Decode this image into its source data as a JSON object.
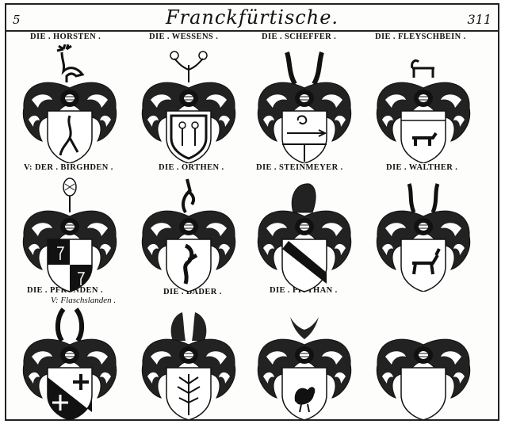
{
  "header": {
    "page_left": "5",
    "title": "Franckfürtische.",
    "page_right": "311"
  },
  "rows": [
    {
      "arms": [
        {
          "label": "DIE . HORSTEN .",
          "crest": "stag",
          "charge": "stag-rampant",
          "split": "none"
        },
        {
          "label": "DIE . WESSENS .",
          "crest": "flowers",
          "charge": "flowers-in-bordure",
          "split": "none"
        },
        {
          "label": "DIE . SCHEFFER .",
          "crest": "horns",
          "charge": "arrow-fess",
          "split": "pale-base"
        },
        {
          "label": "DIE . FLEYSCHBEIN .",
          "crest": "dog",
          "charge": "dog-passant",
          "split": "chief"
        }
      ]
    },
    {
      "arms": [
        {
          "label": "V: DER . BIRGHDEN .",
          "crest": "pine-cone",
          "charge": "quartered-chalices",
          "split": "quarterly"
        },
        {
          "label": "DIE . ORTHEN .",
          "crest": "lion",
          "charge": "lion-rampant",
          "split": "none"
        },
        {
          "label": "DIE . STEINMEYER .",
          "crest": "fan",
          "charge": "bend",
          "split": "bend"
        },
        {
          "label": "DIE . WALTHER .",
          "crest": "horns",
          "charge": "goat",
          "split": "none"
        }
      ]
    },
    {
      "arms": [
        {
          "label": "DIE . PFRUNDEN .",
          "sublabel": "V: Flaschslanden .",
          "crest": "horns",
          "charge": "crosses-per-bend",
          "split": "per-bend-sinister"
        },
        {
          "label": "DIE . BADER .",
          "crest": "wings",
          "charge": "plant",
          "split": "none"
        },
        {
          "label": "DIE . PITTHAN .",
          "crest": "eagle",
          "charge": "cock",
          "split": "none"
        },
        {
          "label": "",
          "crest": "none",
          "charge": "blank",
          "split": "none"
        }
      ]
    }
  ],
  "colors": {
    "ink": "#111111",
    "paper": "#fdfdfb"
  }
}
